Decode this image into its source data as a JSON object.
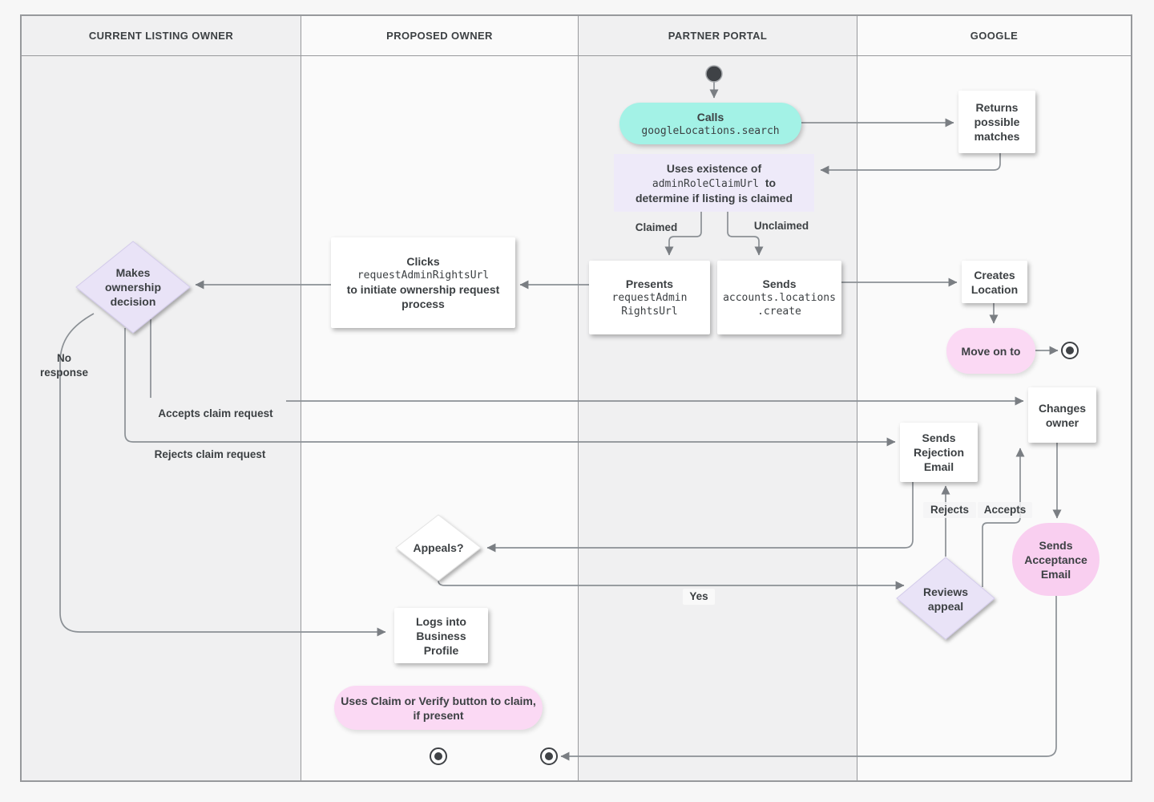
{
  "diagram": {
    "lanes": [
      {
        "label": "CURRENT LISTING OWNER"
      },
      {
        "label": "PROPOSED OWNER"
      },
      {
        "label": "PARTNER PORTAL"
      },
      {
        "label": "GOOGLE"
      }
    ],
    "colors": {
      "page_bg": "#f7f7f7",
      "lane_gray": "#f0f0f1",
      "lane_light": "#fafafa",
      "border": "#97999c",
      "ink": "#3c4043",
      "line": "#8b9095",
      "arrow": "#7a7e83",
      "node_white": "#ffffff",
      "teal": "#a3f2e6",
      "purple": "#eeeaf9",
      "lavender": "#e9e3f7",
      "pink_pill": "#fbd9f4",
      "pink_blob": "#f9cff0"
    },
    "nodes": {
      "calls": {
        "title": "Calls",
        "code": "googleLocations.search"
      },
      "returns_matches": {
        "label": "Returns possible matches"
      },
      "uses_existence": {
        "line1": "Uses existence of",
        "code": "adminRoleClaimUrl",
        "line2_rest": "to",
        "line3": "determine if listing is claimed"
      },
      "presents": {
        "title": "Presents",
        "code1": "requestAdmin",
        "code2": "RightsUrl"
      },
      "sends_create": {
        "title": "Sends",
        "code1": "accounts.locations",
        "code2": ".create"
      },
      "creates_location": {
        "label": "Creates Location"
      },
      "move_on": {
        "label": "Move on to"
      },
      "clicks": {
        "title": "Clicks",
        "code": "requestAdminRightsUrl",
        "rest": "to initiate ownership request process"
      },
      "makes_decision": {
        "label": "Makes ownership decision"
      },
      "changes_owner": {
        "label": "Changes owner"
      },
      "sends_rejection": {
        "label": "Sends Rejection Email"
      },
      "sends_acceptance": {
        "label": "Sends Acceptance Email"
      },
      "reviews_appeal": {
        "label": "Reviews appeal"
      },
      "appeals": {
        "label": "Appeals?"
      },
      "logs_in": {
        "label": "Logs into Business Profile"
      },
      "claim_verify": {
        "label": "Uses Claim or Verify button to claim, if present"
      }
    },
    "edge_labels": {
      "claimed": "Claimed",
      "unclaimed": "Unclaimed",
      "no_response": "No response",
      "accepts_claim": "Accepts claim request",
      "rejects_claim": "Rejects claim request",
      "rejects": "Rejects",
      "accepts": "Accepts",
      "yes": "Yes"
    }
  }
}
